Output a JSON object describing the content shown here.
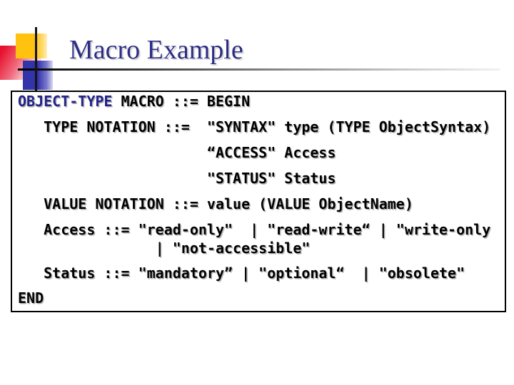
{
  "slide": {
    "title": "Macro Example",
    "colors": {
      "title_text": "#2d2d86",
      "keyword": "#22228a",
      "code_text": "#000000",
      "accent_yellow": "#ffc20e",
      "accent_red": "#e8102e",
      "accent_blue": "#3434aa",
      "rule_gradient_start": "#000000",
      "rule_gradient_end": "#f2f2f2"
    }
  },
  "code": {
    "line1_keyword": "OBJECT-TYPE",
    "line1_rest": " MACRO ::= BEGIN",
    "lines": [
      "   TYPE NOTATION ::=  \"SYNTAX\" type (TYPE ObjectSyntax)",
      "                      “ACCESS\" Access",
      "                      \"STATUS\" Status",
      "   VALUE NOTATION ::= value (VALUE ObjectName)",
      "   Access ::= \"read-only\"  | \"read-write“ | \"write-only",
      "                | \"not-accessible\"",
      "   Status ::= \"mandatory” | \"optional“  | \"obsolete\"",
      "END"
    ]
  }
}
